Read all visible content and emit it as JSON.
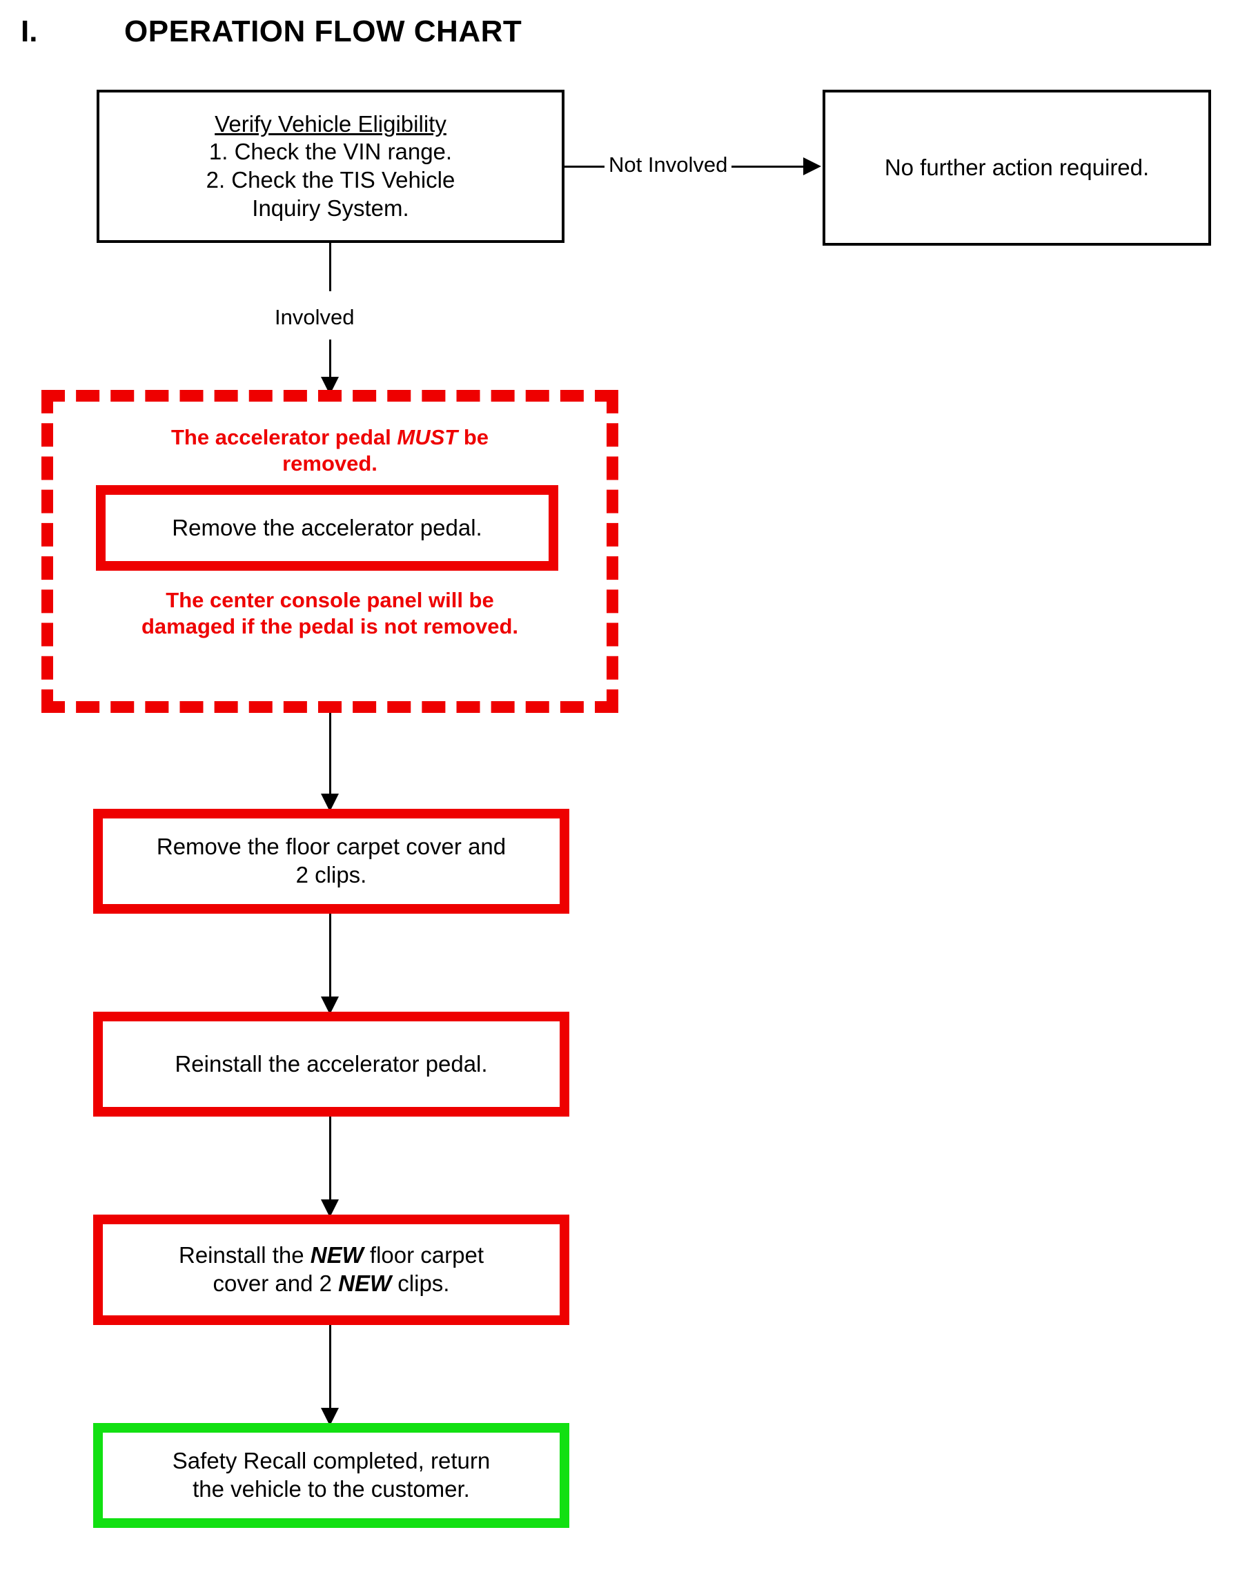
{
  "title": {
    "number": "I.",
    "text": "OPERATION FLOW CHART"
  },
  "colors": {
    "alert_red": "#EE0000",
    "box_red": "#EE0000",
    "box_green": "#12E012",
    "outline_black": "#000000",
    "background": "#FFFFFF"
  },
  "nodes": {
    "verify": {
      "heading": "Verify Vehicle Eligibility",
      "item1": "1. Check the VIN range.",
      "item2_line1": "2. Check the TIS Vehicle",
      "item2_line2": "Inquiry System."
    },
    "no_action": {
      "text": "No further action required."
    },
    "alert": {
      "warning_top_line1_a": "The accelerator pedal ",
      "warning_top_emphasis": "MUST",
      "warning_top_line1_b": " be",
      "warning_top_line2": "removed.",
      "inner_box_text": "Remove the accelerator pedal.",
      "warning_bottom_line1": "The center console panel will be",
      "warning_bottom_line2": "damaged if the pedal is not removed."
    },
    "remove_carpet": {
      "line1": "Remove the floor carpet cover and",
      "line2": "2 clips."
    },
    "reinstall_pedal": {
      "text": "Reinstall the accelerator pedal."
    },
    "reinstall_carpet": {
      "line1_a": "Reinstall the ",
      "line1_emphasis": "NEW",
      "line1_b": " floor carpet",
      "line2_a": "cover and 2 ",
      "line2_emphasis": "NEW",
      "line2_b": " clips."
    },
    "completed": {
      "line1": "Safety Recall completed, return",
      "line2": "the vehicle to the customer."
    }
  },
  "edges": {
    "not_involved": "Not Involved",
    "involved": "Involved"
  }
}
